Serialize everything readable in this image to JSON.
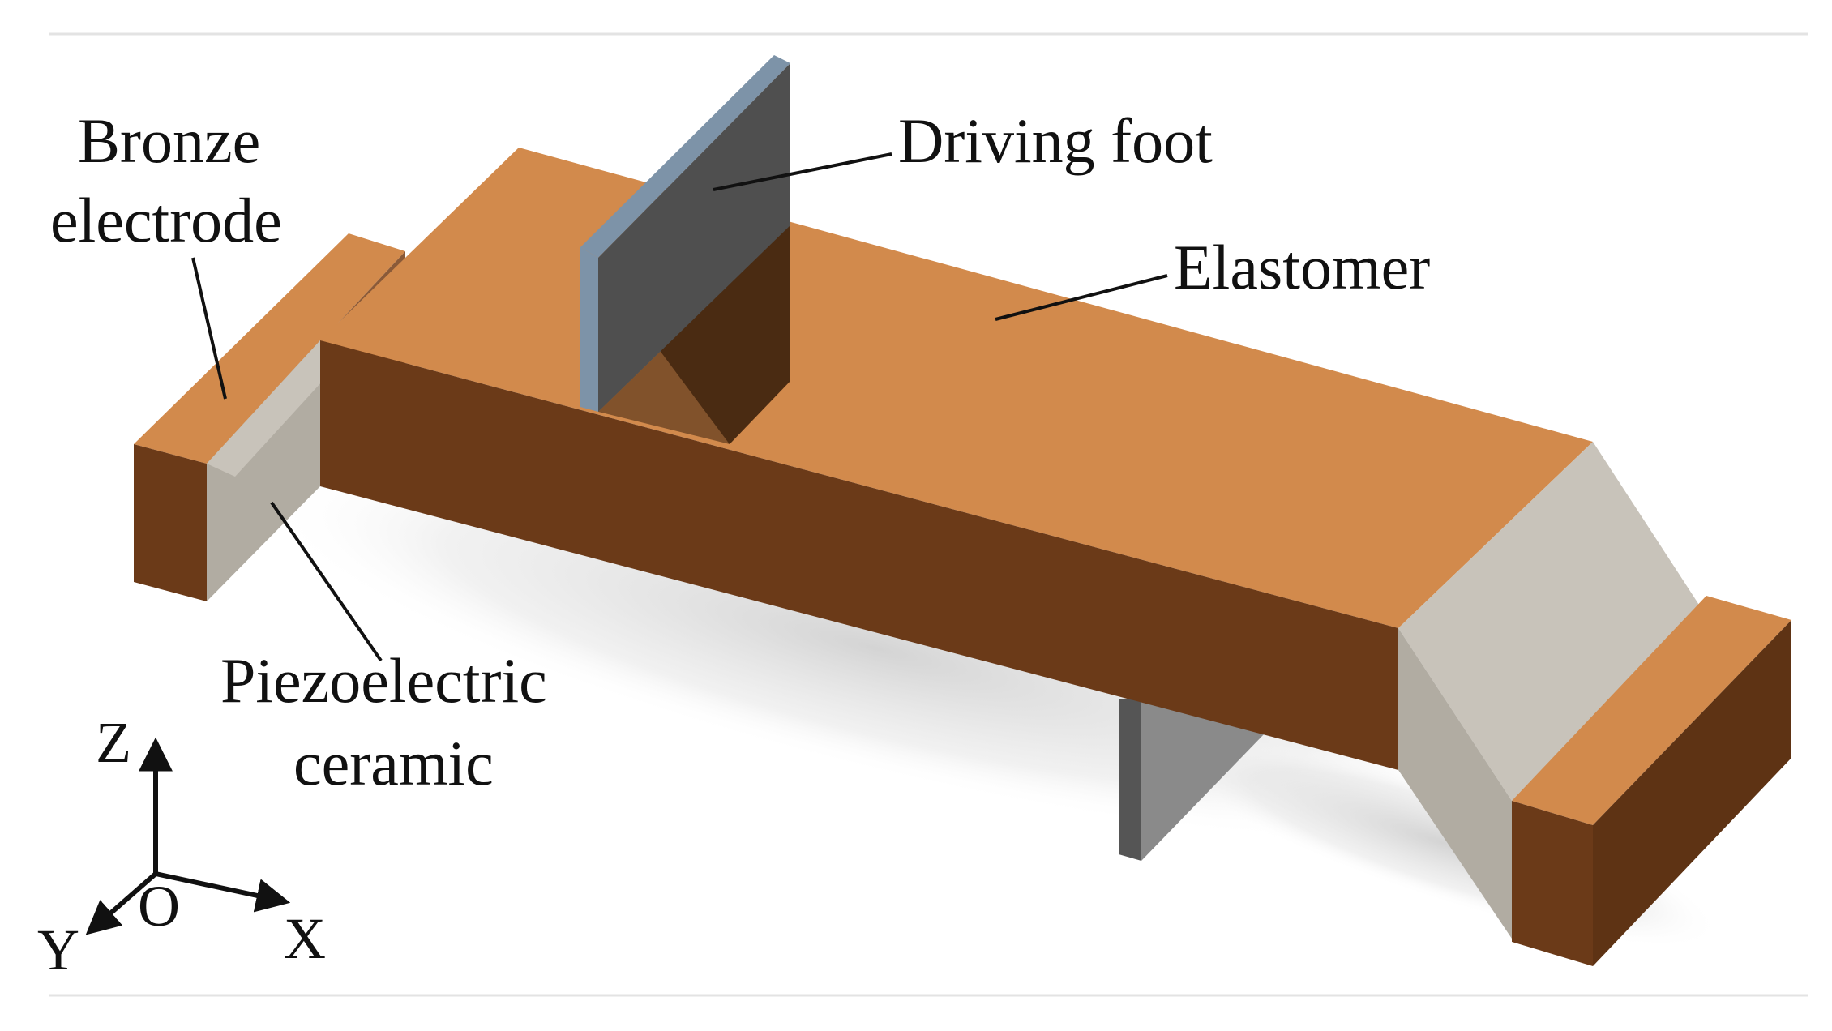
{
  "diagram": {
    "labels": {
      "bronze_electrode_line1": "Bronze",
      "bronze_electrode_line2": "electrode",
      "driving_foot": "Driving foot",
      "elastomer": "Elastomer",
      "piezo_line1": "Piezoelectric",
      "piezo_line2": "ceramic"
    },
    "axes": {
      "z": "Z",
      "y": "Y",
      "x": "X",
      "origin": "O"
    },
    "colors": {
      "copper_top": "#D28A4C",
      "copper_side": "#6B3A18",
      "ceramic_light": "#C8C3BA",
      "ceramic_mid": "#B1ACA2",
      "steel_face": "#4F4F4F",
      "steel_edge": "#7D93A8",
      "shadow": "#D9D9D9",
      "frame": "#E3E3E3"
    }
  }
}
